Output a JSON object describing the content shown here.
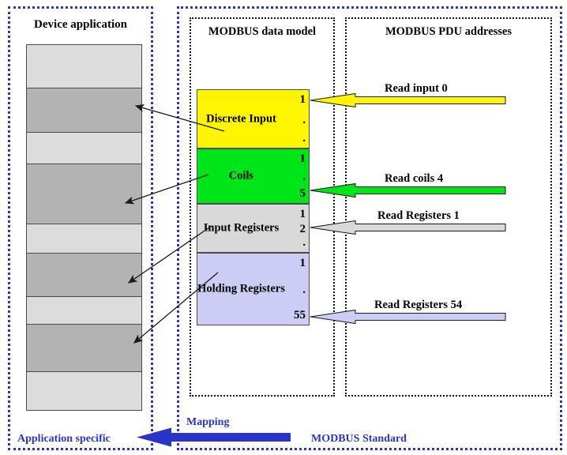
{
  "titles": {
    "device_application": "Device application",
    "modbus_data_model": "MODBUS data model",
    "modbus_pdu_addresses": "MODBUS PDU addresses"
  },
  "device_application": {
    "blocks": [
      {
        "shade": "light"
      },
      {
        "shade": "dark"
      },
      {
        "shade": "light"
      },
      {
        "shade": "dark"
      },
      {
        "shade": "light"
      },
      {
        "shade": "dark"
      },
      {
        "shade": "light"
      },
      {
        "shade": "dark"
      },
      {
        "shade": "light"
      }
    ]
  },
  "data_model": {
    "blocks": [
      {
        "label": "Discrete Input",
        "color": "#FFF500",
        "start_index": "1",
        "dots": ".",
        "end_index": "."
      },
      {
        "label": "Coils",
        "color": "#00E519",
        "start_index": "1",
        "dots": ".",
        "end_index": "5"
      },
      {
        "label": "Input Registers",
        "color": "#D9D9D9",
        "start_index": "1",
        "dots": "2",
        "end_index": "."
      },
      {
        "label": "Holding Registers",
        "color": "#CCCCF5",
        "start_index": "1",
        "dots": ".",
        "end_index": "55"
      }
    ]
  },
  "pdu_addresses": {
    "requests": [
      {
        "label": "Read input 0",
        "color": "#FFF500"
      },
      {
        "label": "Read coils 4",
        "color": "#00E519"
      },
      {
        "label": "Read Registers 1",
        "color": "#D9D9D9"
      },
      {
        "label": "Read Registers 54",
        "color": "#CCCCF5"
      }
    ]
  },
  "footer": {
    "application_specific": "Application specific",
    "mapping": "Mapping",
    "modbus_standard": "MODBUS Standard",
    "accent_color": "#2a35c8"
  }
}
